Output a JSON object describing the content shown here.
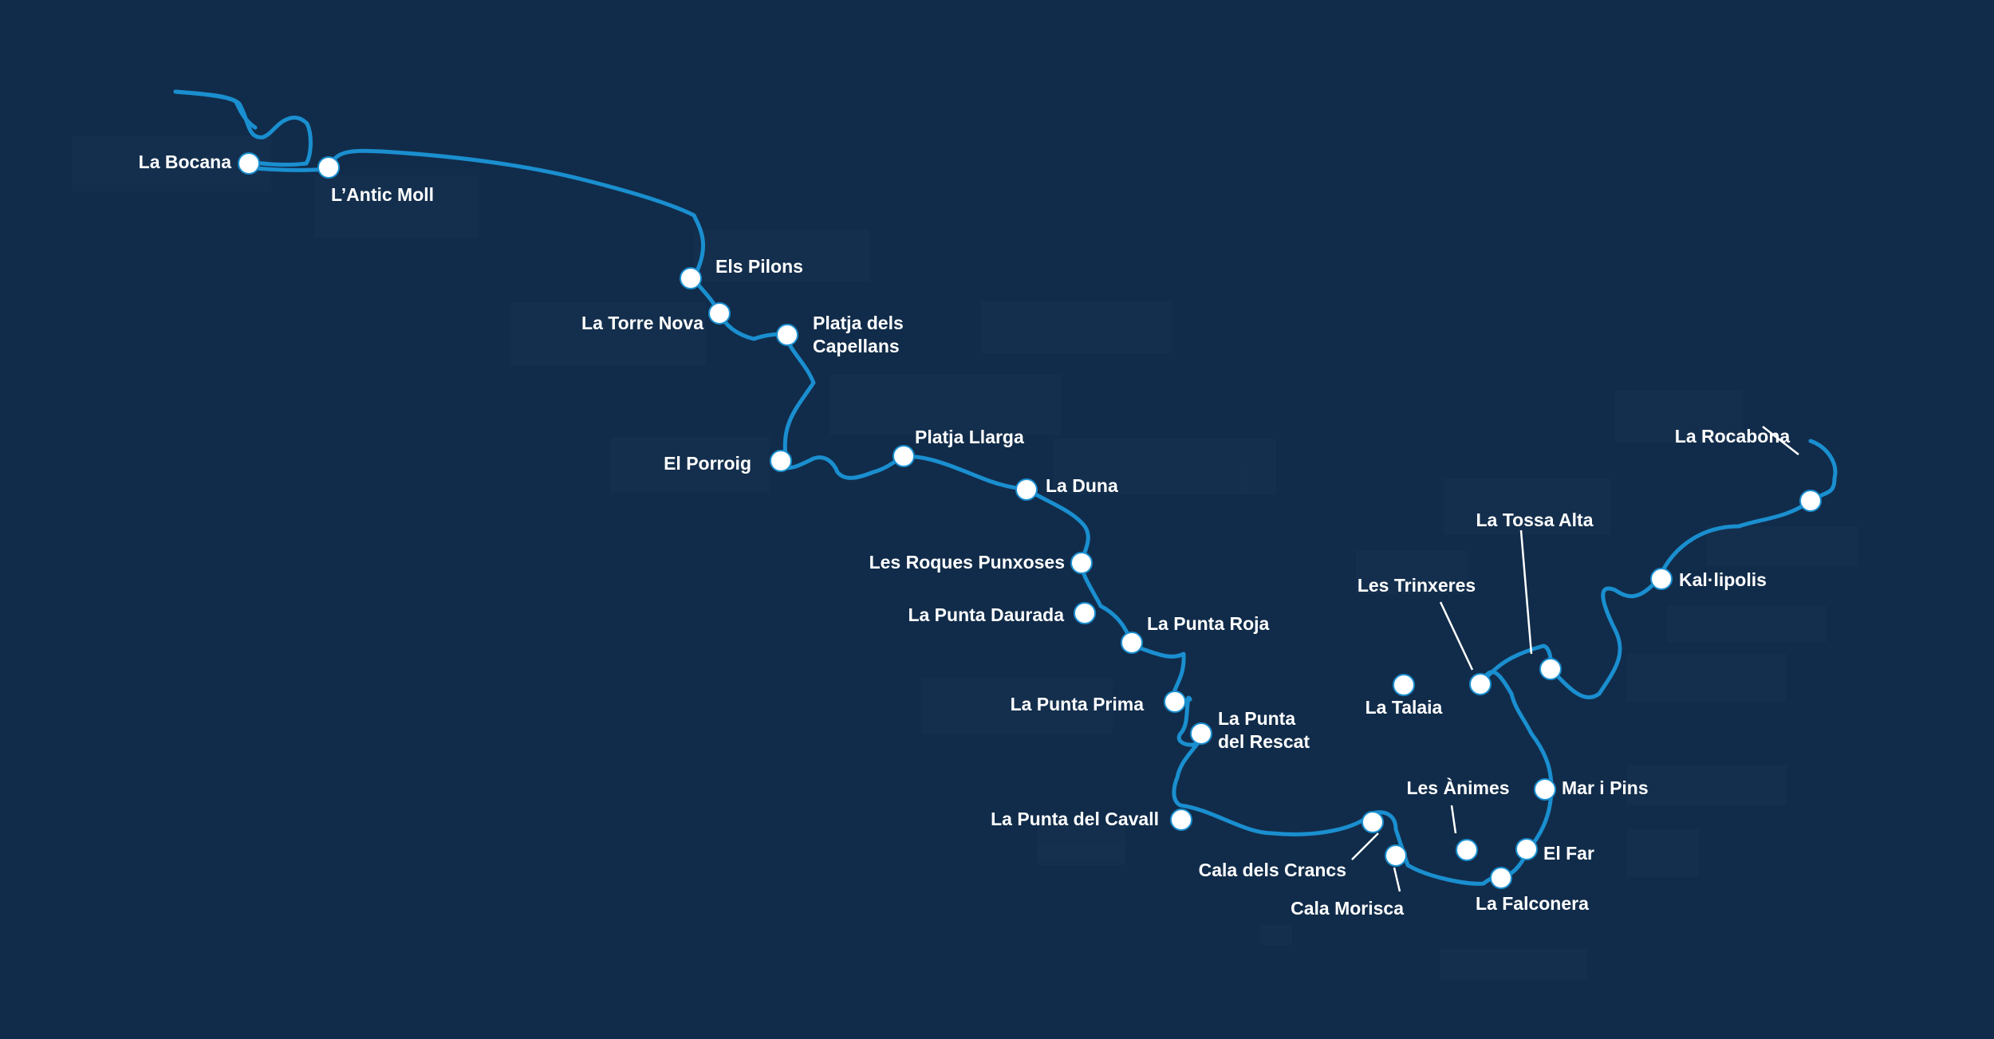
{
  "map": {
    "colors": {
      "background": "#112c4a",
      "route": "#1a8fd0",
      "stop": "#ffffff",
      "label": "#ffffff"
    },
    "stops": {
      "la_bocana": "La Bocana",
      "antic_moll": "L’Antic Moll",
      "els_pilons": "Els Pilons",
      "la_torre_nova": "La Torre Nova",
      "platja_capellans_1": "Platja dels",
      "platja_capellans_2": "Capellans",
      "el_porroig": "El Porroig",
      "platja_llarga": "Platja Llarga",
      "la_duna": "La Duna",
      "roques_punxoses": "Les Roques Punxoses",
      "punta_daurada": "La Punta Daurada",
      "punta_roja": "La Punta Roja",
      "punta_prima": "La Punta Prima",
      "punta_rescat_1": "La Punta",
      "punta_rescat_2": "del Rescat",
      "punta_cavall": "La Punta del Cavall",
      "cala_crancs": "Cala dels Crancs",
      "cala_morisca": "Cala Morisca",
      "les_animes": "Les Ànimes",
      "la_falconera": "La Falconera",
      "el_far": "El Far",
      "mar_i_pins": "Mar i Pins",
      "la_talaia": "La Talaia",
      "les_trinxeres": "Les Trinxeres",
      "la_tossa_alta": "La Tossa Alta",
      "kal_lipolis": "Kal·lipolis",
      "la_rocabona": "La Rocabona"
    }
  }
}
